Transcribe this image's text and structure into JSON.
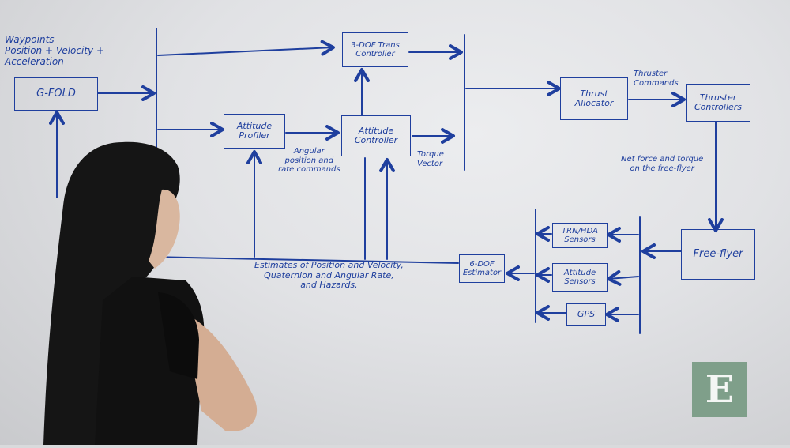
{
  "inputs_label": "Waypoints\nPosition + Velocity +\nAcceleration",
  "blocks": {
    "gfold": "G-FOLD",
    "trans_controller": "3-DOF Trans\nController",
    "attitude_profiler": "Attitude\nProfiler",
    "attitude_controller": "Attitude\nController",
    "thrust_allocator": "Thrust\nAllocator",
    "thruster_controllers": "Thruster\nControllers",
    "free_flyer": "Free-flyer",
    "trn_hda_sensors": "TRN/HDA\nSensors",
    "attitude_sensors": "Attitude\nSensors",
    "gps": "GPS",
    "estimator": "6-DOF\nEstimator"
  },
  "edge_labels": {
    "angular_commands": "Angular\nposition and\nrate commands",
    "torque_vector": "Torque\nVector",
    "thruster_commands": "Thruster\nCommands",
    "net_force": "Net force and torque\non the free-flyer",
    "estimates": "Estimates of Position and Velocity,\nQuaternion and Angular Rate,\nand Hazards."
  },
  "logo_letter": "E",
  "colors": {
    "ink": "#1f3f9e",
    "logo_bg": "#7f9f8a"
  }
}
